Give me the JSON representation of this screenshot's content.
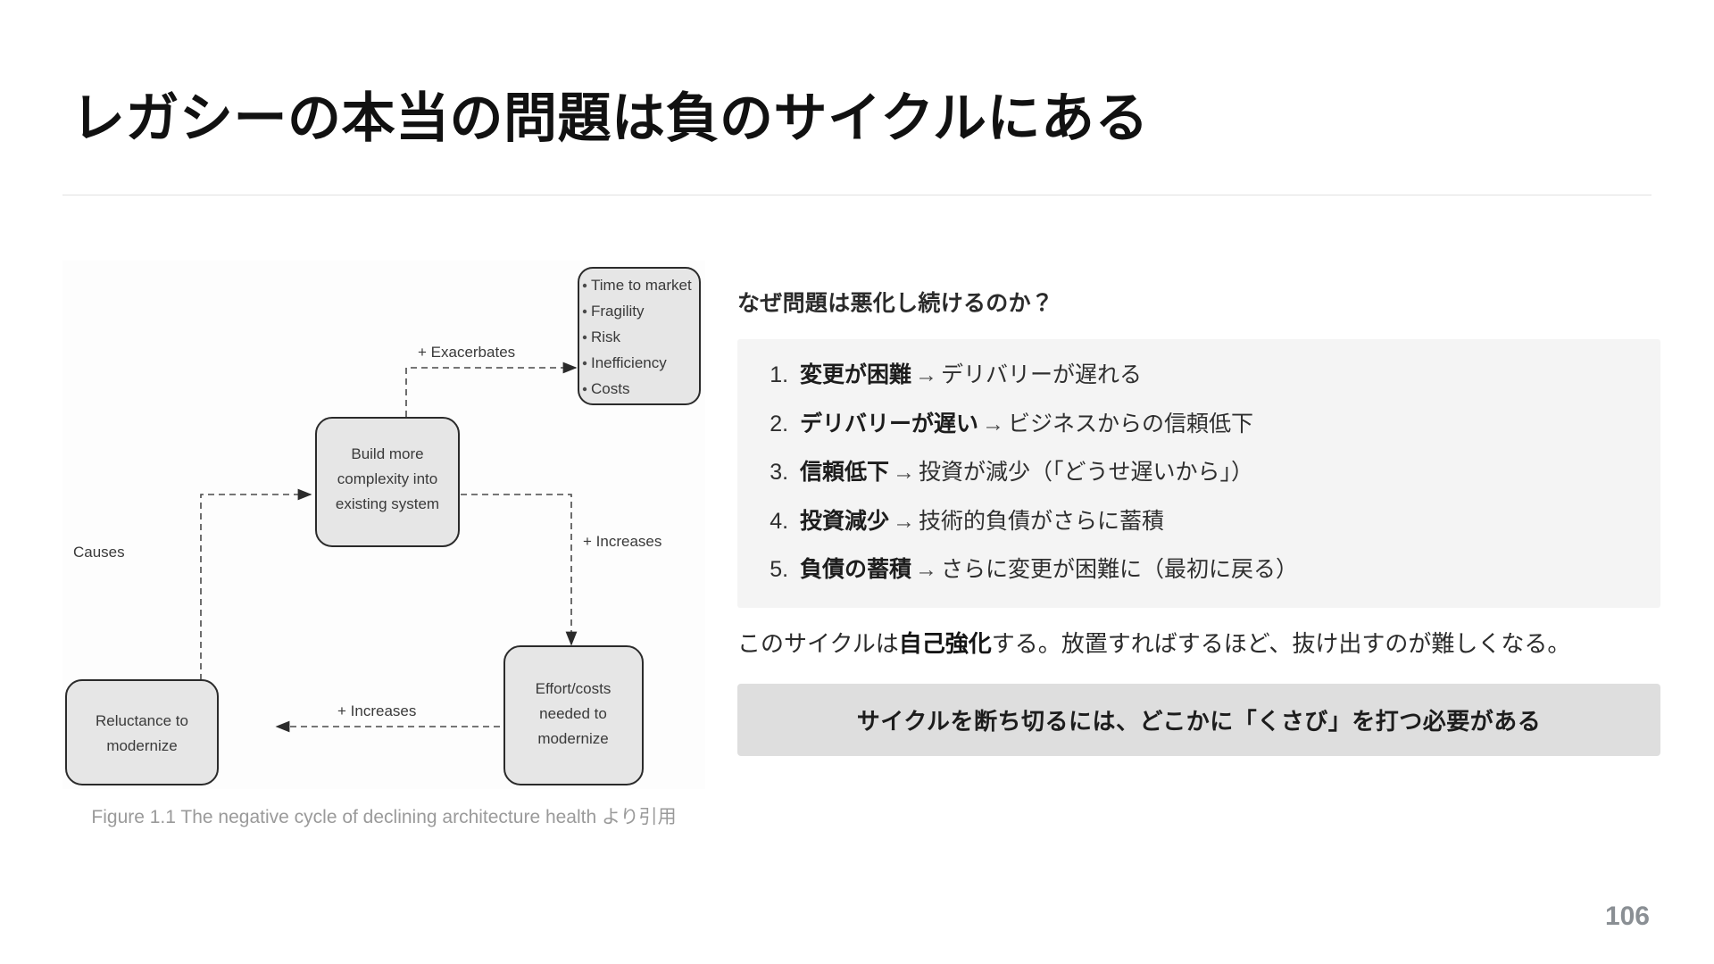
{
  "slide": {
    "title": "レガシーの本当の問題は負のサイクルにある",
    "page_number": "106",
    "accent_colors": {
      "title": "#111111",
      "rule": "#e0e0e0",
      "list_panel": "#f4f4f4",
      "callout_panel": "#dedede",
      "caption": "#9a9a9a",
      "page_number": "#8a8f94",
      "node_fill": "#e6e6e6",
      "node_stroke": "#2b2b2b"
    }
  },
  "figure": {
    "caption": "Figure 1.1 The negative cycle of declining architecture health より引用",
    "nodes": {
      "outcomes": {
        "bullets": [
          "Time to market",
          "Fragility",
          "Risk",
          "Inefficiency",
          "Costs"
        ]
      },
      "build_complexity": {
        "lines": [
          "Build more",
          "complexity into",
          "existing system"
        ]
      },
      "reluctance": {
        "lines": [
          "Reluctance to",
          "modernize"
        ]
      },
      "effort_costs": {
        "lines": [
          "Effort/costs",
          "needed to",
          "modernize"
        ]
      }
    },
    "edges": {
      "exacerbates": "+ Exacerbates",
      "increases_right": "+ Increases",
      "increases_bottom": "+ Increases",
      "causes": "Causes"
    }
  },
  "explanation": {
    "heading": "なぜ問題は悪化し続けるのか？",
    "cycle": [
      {
        "key": "変更が困難",
        "arrow": "→",
        "result": "デリバリーが遅れる"
      },
      {
        "key": "デリバリーが遅い",
        "arrow": "→",
        "result": "ビジネスからの信頼低下"
      },
      {
        "key": "信頼低下",
        "arrow": "→",
        "result": "投資が減少（「どうせ遅いから」）"
      },
      {
        "key": "投資減少",
        "arrow": "→",
        "result": "技術的負債がさらに蓄積"
      },
      {
        "key": "負債の蓄積",
        "arrow": "→",
        "result": "さらに変更が困難に（最初に戻る）"
      }
    ],
    "note": {
      "lead": "このサイクルは",
      "emphasis": "自己強化",
      "tail": "する。放置すればするほど、抜け出すのが難しくなる。"
    },
    "callout": "サイクルを断ち切るには、どこかに「くさび」を打つ必要がある"
  }
}
